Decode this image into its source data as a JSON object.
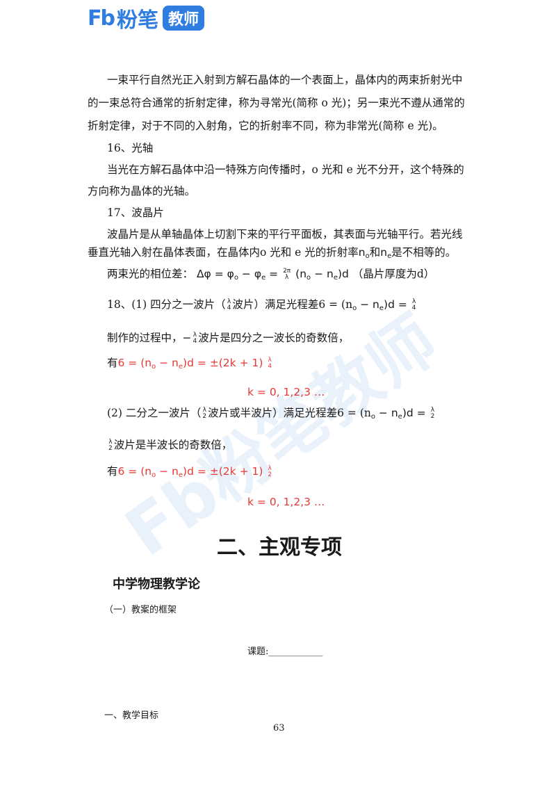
{
  "logo": {
    "fb": "Fb",
    "name": "粉笔",
    "tag": "教师",
    "watermark": "Fb粉笔教师"
  },
  "para1": {
    "line1": "一束平行自然光正入射到方解石晶体的一个表面上，晶体内的两束折射光中",
    "line2": "的一束总符合通常的折射定律，称为寻常光(简称  o 光)；另一束光不遵从通常的",
    "line3": "折射定律，对于不同的入射角，它的折射率不同，称为非常光(简称  e 光)。"
  },
  "s16": {
    "title": "16、光轴",
    "line1": "当光在方解石晶体中沿一特殊方向传播时，o 光和  e 光不分开，这个特殊的",
    "line2": "方向称为晶体的光轴。"
  },
  "s17": {
    "title": "17、波晶片",
    "line1": "波晶片是从单轴晶体上切割下来的平行平面板，其表面与光轴平行。若光线",
    "line2_a": "垂直光轴入射在晶体表面，在晶体内o 光和  e 光的折射率",
    "n": "n",
    "o": "o",
    "and": "和",
    "e": "e",
    "line2_b": "是不相等的。",
    "phase_label": "两束光的相位差：",
    "phase_eq": "Δφ = φ",
    "minus_phi": " − φ",
    "two_pi": "2π",
    "lambda": "λ",
    "phase_tail": "(n",
    "minus_n": " − n",
    "close_d": ")d",
    "phase_note": "（晶片厚度为d）"
  },
  "s18": {
    "q_head": "18、(1)  四分之一波片（",
    "four": "4",
    "q_mid": "波片）满足光程差6 = (n",
    "eq_end": ")d =",
    "made": "制作的过程中，",
    "minus": "−",
    "made_tail": "波片是四分之一波长的奇数倍，",
    "you": "有",
    "red_eq": "6 = (n",
    "red_end": ")d = ±(2k + 1)",
    "k": "k = 0, 1,2,3 …",
    "h_head": "(2)  二分之一波片（",
    "two": "2",
    "h_mid": "波片或半波片）满足光程差6 = (n",
    "half_line": "波片是半波长的奇数倍，"
  },
  "section2": {
    "title": "二、主观专项",
    "subtitle": "中学物理教学论",
    "item": "（一）教案的框架",
    "topic_label": "课题:",
    "topic_blank": "____________",
    "goal": "一、教学目标"
  },
  "page_number": "63"
}
